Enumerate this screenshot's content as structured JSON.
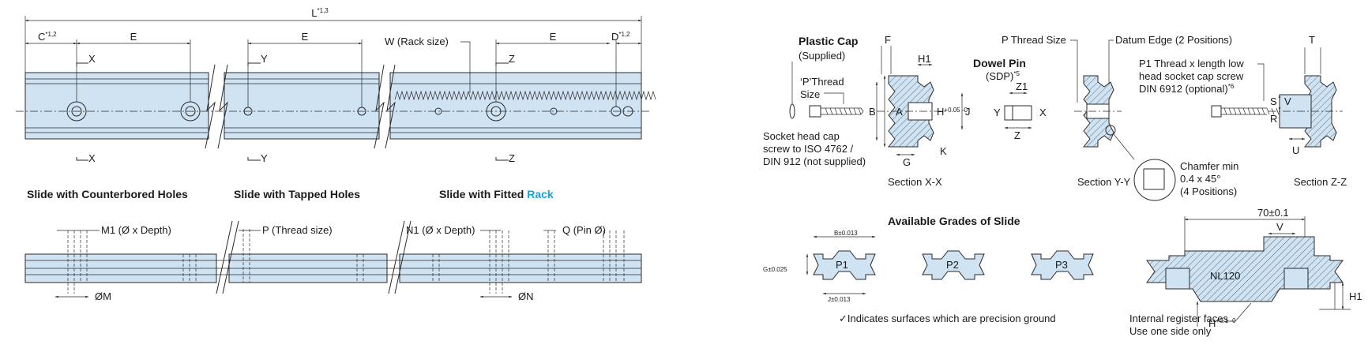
{
  "dims": {
    "L": "L",
    "L_sup": "*1,3",
    "C": "C",
    "C_sup": "*1,2",
    "D": "D",
    "D_sup": "*1,2",
    "E": "E",
    "W": "W (Rack size)",
    "X": "X",
    "Y": "Y",
    "Z": "Z",
    "M1": "M1 (Ø x Depth)",
    "P": "P (Thread size)",
    "N1": "N1 (Ø x Depth)",
    "Q": "Q (Pin Ø)",
    "OM": "ØM",
    "ON": "ØN"
  },
  "captions": {
    "counterbored": "Slide with Counterbored Holes",
    "tapped": "Slide with Tapped Holes",
    "fitted_prefix": "Slide with Fitted ",
    "fitted_rack": "Rack"
  },
  "section_xx": {
    "plastic_cap": "Plastic Cap",
    "supplied": "(Supplied)",
    "p_thread_1": "‘P’Thread",
    "p_thread_2": "Size",
    "screw_1": "Socket head cap",
    "screw_2": "screw to ISO 4762 /",
    "screw_3": "DIN 912 (not supplied)",
    "F": "F",
    "H1": "H1",
    "B": "B",
    "A": "A",
    "H": "H",
    "H_tol": "+0.05 -0",
    "J": "J",
    "K": "K",
    "G": "G",
    "caption": "Section X-X"
  },
  "dowel": {
    "title": "Dowel Pin",
    "sdp": "(SDP)",
    "sdp_sup": "*5",
    "Z1": "Z1",
    "Y": "Y",
    "X": "X",
    "Z": "Z"
  },
  "section_yy": {
    "p_thread": "P Thread Size",
    "datum": "Datum Edge (2 Positions)",
    "chamfer_1": "Chamfer min",
    "chamfer_2": "0.4 x 45°",
    "chamfer_3": "(4 Positions)",
    "caption": "Section Y-Y"
  },
  "section_zz": {
    "p1_1": "P1 Thread x length low",
    "p1_2": "head socket cap screw",
    "p1_3": "DIN 6912 (optional)",
    "p1_sup": "*6",
    "T": "T",
    "S": "S",
    "V": "V",
    "R": "R",
    "U": "U",
    "caption": "Section Z-Z"
  },
  "grades": {
    "title": "Available Grades of Slide",
    "B_tol": "B±0.013",
    "G_tol": "G±0.025",
    "J_tol": "J±0.013",
    "P1": "P1",
    "P2": "P2",
    "P3": "P3",
    "note": "✓Indicates surfaces which are precision ground"
  },
  "detail": {
    "dim70": "70±0.1",
    "V": "V",
    "label": "NL120",
    "H": "H",
    "H_tol": "+0.1 -0",
    "H1": "H1",
    "note_1": "Internal register faces",
    "note_2": "Use one side only"
  }
}
